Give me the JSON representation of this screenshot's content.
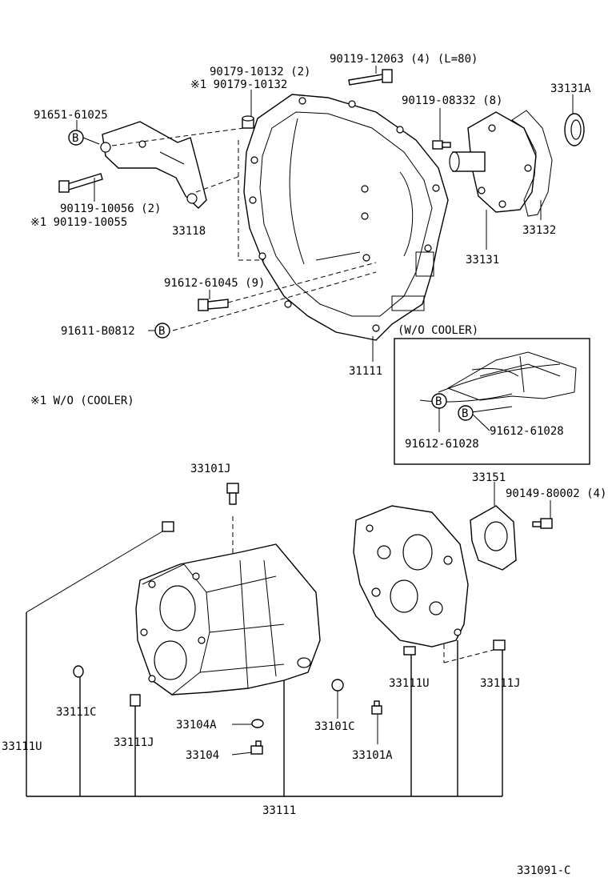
{
  "labels": {
    "bolt_90119_12063": "90119-12063 (4) (L=80)",
    "bolt_90179_10132": "90179-10132 (2)",
    "bolt_90179_10132_alt": "※1 90179-10132",
    "nut_91651_61025": "91651-61025",
    "bolt_90119_08332": "90119-08332 (8)",
    "seal_33131A": "33131A",
    "bolt_90119_10056": "90119-10056 (2)",
    "bolt_90119_10055": "※1 90119-10055",
    "bracket_33118": "33118",
    "gasket_33132": "33132",
    "retainer_33131": "33131",
    "bolt_91612_61045": "91612-61045 (9)",
    "bolt_91611_B0812": "91611-B0812",
    "housing_31111": "31111",
    "inset_title": "(W/O COOLER)",
    "inset_91612_61028_right": "91612-61028",
    "inset_91612_61028_left": "91612-61028",
    "footnote": "※1 W/O (COOLER)",
    "sensor_33101J": "33101J",
    "retainer_33151": "33151",
    "bolt_90149_80002": "90149-80002 (4)",
    "plug_33111C": "33111C",
    "pin_33111U_left": "33111U",
    "pin_33111J_left": "33111J",
    "plate_33104A": "33104A",
    "plate_33104": "33104",
    "plug_33101C": "33101C",
    "plug_33101A": "33101A",
    "pin_33111U_right": "33111U",
    "pin_33111J_right": "33111J",
    "case_33111": "33111",
    "drawing_number": "331091-C"
  },
  "bubble_letter": "B"
}
